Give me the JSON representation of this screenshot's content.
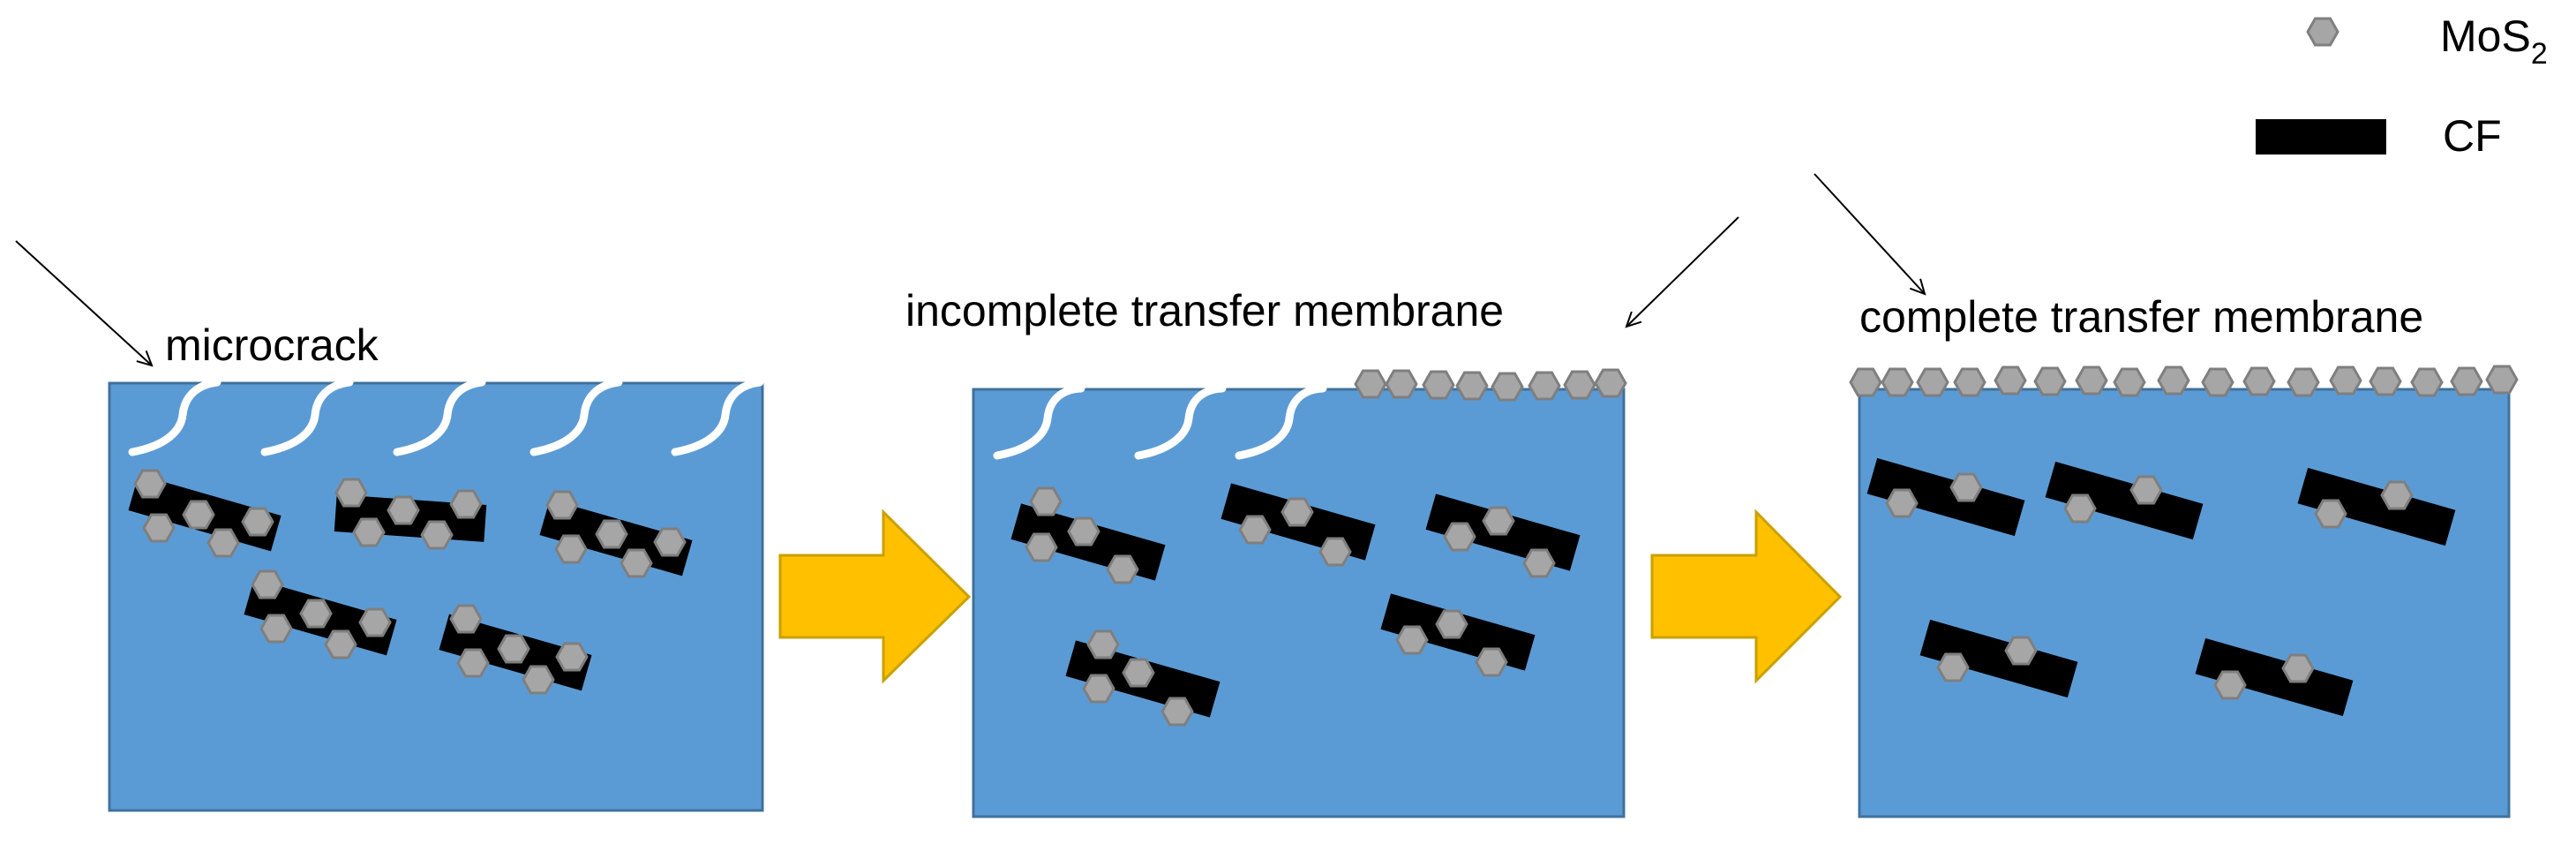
{
  "labels": {
    "microcrack": "microcrack",
    "incomplete": "incomplete transfer membrane",
    "complete": "complete transfer membrane"
  },
  "legend": {
    "mos2_base": "MoS",
    "mos2_sub": "2",
    "cf": "CF"
  },
  "colors": {
    "block": "#5b9bd5",
    "block_border": "#41719c",
    "arrow": "#ffc000",
    "arrow_border": "#c9a100",
    "fiber": "#000000",
    "hex_fill": "#a6a6a6",
    "hex_border": "#7f7f7f",
    "crack": "#ffffff"
  },
  "icons": {
    "mos2": "hexagon-icon",
    "cf": "black-bar-icon",
    "process_arrow": "block-arrow-right-icon"
  }
}
